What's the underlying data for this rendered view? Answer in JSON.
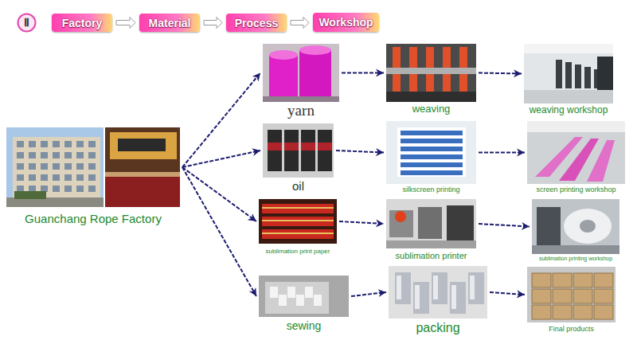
{
  "diagram": {
    "nodes": [
      {
        "text": [
          "Ⅱ"
        ]
      },
      {
        "text": [
          "Factory"
        ]
      },
      {
        "text": [
          "Material"
        ]
      },
      {
        "text": [
          "Process"
        ]
      },
      {
        "text": [
          "Workshop"
        ]
      },
      {
        "text": [
          "Guanchang Rope Factory"
        ]
      },
      {
        "text": [
          "yarn"
        ]
      },
      {
        "text": [
          "weaving"
        ]
      },
      {
        "text": [
          "weaving workshop"
        ]
      },
      {
        "text": [
          "oil"
        ]
      },
      {
        "text": [
          "silkscreen printing"
        ]
      },
      {
        "text": [
          "screen printing workshop"
        ]
      },
      {
        "text": [
          "sublimation print paper"
        ]
      },
      {
        "text": [
          "sublimation printer"
        ]
      },
      {
        "text": [
          "sublimation printing workshop"
        ]
      },
      {
        "text": [
          "sewing"
        ]
      },
      {
        "text": [
          "packing"
        ]
      },
      {
        "text": [
          "Final products"
        ]
      }
    ],
    "edges": [
      {
        "from": 1,
        "to": 2,
        "arrow": "to"
      },
      {
        "from": 2,
        "to": 3,
        "arrow": "to"
      },
      {
        "from": 3,
        "to": 4,
        "arrow": "to"
      },
      {
        "from": 5,
        "to": 6,
        "arrow": "to"
      },
      {
        "from": 5,
        "to": 9,
        "arrow": "to"
      },
      {
        "from": 5,
        "to": 12,
        "arrow": "to"
      },
      {
        "from": 5,
        "to": 15,
        "arrow": "to"
      },
      {
        "from": 6,
        "to": 7,
        "arrow": "to"
      },
      {
        "from": 7,
        "to": 8,
        "arrow": "to"
      },
      {
        "from": 9,
        "to": 10,
        "arrow": "to"
      },
      {
        "from": 10,
        "to": 11,
        "arrow": "to"
      },
      {
        "from": 12,
        "to": 13,
        "arrow": "to"
      },
      {
        "from": 13,
        "to": 14,
        "arrow": "to"
      },
      {
        "from": 15,
        "to": 16,
        "arrow": "to"
      },
      {
        "from": 16,
        "to": 17,
        "arrow": "to"
      }
    ]
  }
}
